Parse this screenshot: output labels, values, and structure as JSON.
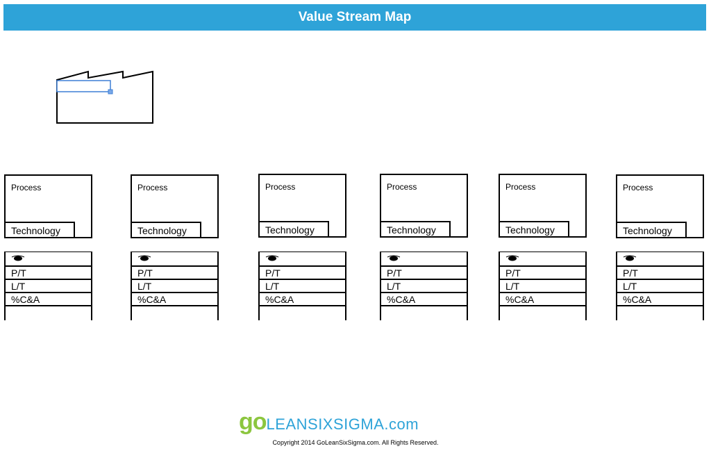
{
  "header": {
    "title": "Value Stream Map"
  },
  "factory": {
    "icon": "factory-icon"
  },
  "processes": [
    {
      "label": "Process",
      "technology": "Technology"
    },
    {
      "label": "Process",
      "technology": "Technology"
    },
    {
      "label": "Process",
      "technology": "Technology"
    },
    {
      "label": "Process",
      "technology": "Technology"
    },
    {
      "label": "Process",
      "technology": "Technology"
    },
    {
      "label": "Process",
      "technology": "Technology"
    }
  ],
  "data_box": {
    "pt": "P/T",
    "lt": "L/T",
    "ca": "%C&A"
  },
  "footer": {
    "logo_go": "go",
    "logo_rest": "LEANSIXSIGMA.com",
    "copyright": "Copyright 2014 GoLeanSixSigma.com. All Rights Reserved."
  },
  "colors": {
    "header_bg": "#2ea3d8",
    "logo_green": "#8cc63f",
    "logo_blue": "#2ea3d8"
  }
}
